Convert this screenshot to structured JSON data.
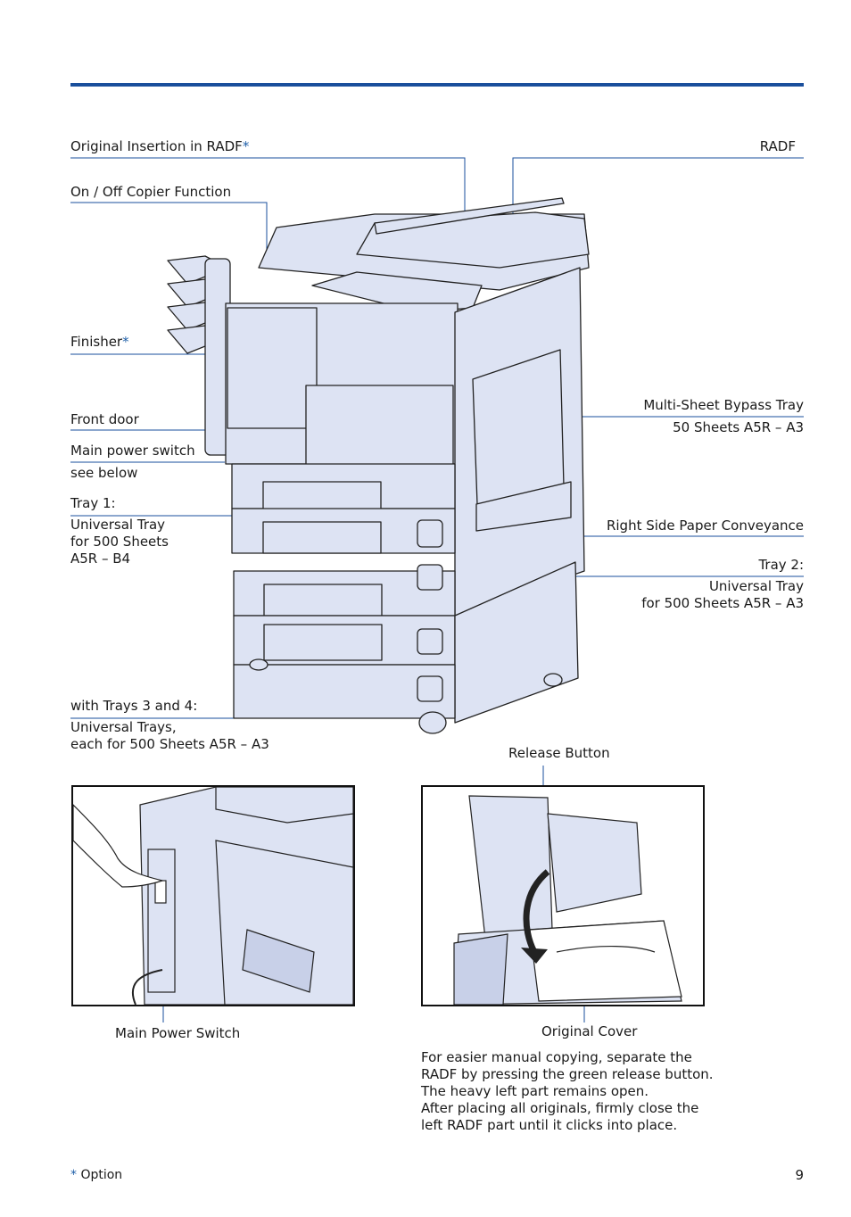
{
  "labels": {
    "original_insertion": "Original Insertion in RADF",
    "radf": "RADF",
    "on_off": "On / Off Copier Function",
    "finisher": "Finisher",
    "front_door": "Front door",
    "main_power_switch": "Main power switch",
    "see_below": "see below",
    "tray1_title": "Tray 1:",
    "tray1_desc": "Universal Tray\nfor 500 Sheets\nA5R – B4",
    "bypass_title": "Multi-Sheet Bypass Tray",
    "bypass_desc": "50 Sheets A5R – A3",
    "right_side": "Right Side Paper Conveyance",
    "tray2_title": "Tray 2:",
    "tray2_desc": "Universal Tray\nfor 500 Sheets A5R – A3",
    "trays34_title": "with Trays 3 and 4:",
    "trays34_desc": "Universal Trays,\neach for 500 Sheets A5R – A3",
    "release_button": "Release Button",
    "main_power_switch_caption": "Main Power Switch",
    "original_cover": "Original Cover"
  },
  "option_mark": "*",
  "description": "For easier manual copying, separate the\nRADF by pressing the green release button.\nThe heavy left part remains open.\nAfter placing all originals, firmly close the\nleft RADF part until it clicks into place.",
  "footer": {
    "option_note": "Option",
    "page_number": "9"
  },
  "colors": {
    "accent": "#1a4f9c",
    "machine_fill": "#dde3f3",
    "outline": "#222222"
  }
}
